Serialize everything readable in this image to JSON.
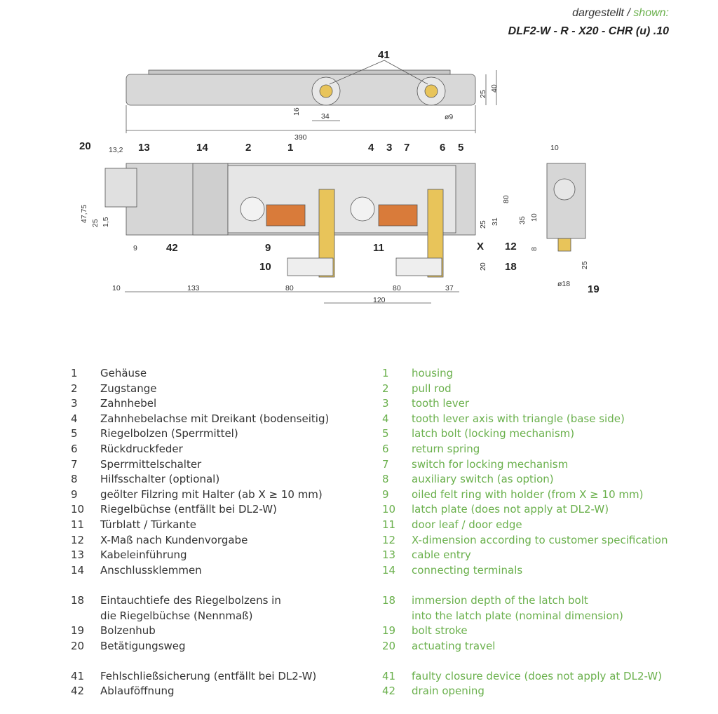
{
  "header": {
    "shown_de": "dargestellt / ",
    "shown_en": "shown:",
    "model": "DLF2-W - R - X20 - CHR (u) .10"
  },
  "drawing": {
    "top": {
      "l41": "41",
      "d16": "16",
      "d34": "34",
      "d25": "25",
      "d40": "40",
      "d9": "ø9",
      "d390": "390"
    },
    "front": {
      "l20": "20",
      "d132": "13,2",
      "l13": "13",
      "l14": "14",
      "l2": "2",
      "l1": "1",
      "l4": "4",
      "l3": "3",
      "l7": "7",
      "l6": "6",
      "l5": "5",
      "d4775": "47,75",
      "d25": "25",
      "d15": "1,5",
      "d9": "9",
      "l42": "42",
      "l9": "9",
      "l11": "11",
      "l10": "10",
      "lX": "X",
      "l12": "12",
      "l18": "18",
      "d20": "20",
      "d25r": "25",
      "d31": "31",
      "d80": "80",
      "b10": "10",
      "b133": "133",
      "b80a": "80",
      "b80b": "80",
      "b37": "37",
      "b120": "120"
    },
    "side": {
      "d10": "10",
      "d35": "35",
      "d10b": "10",
      "d8": "8",
      "d25": "25",
      "d18": "ø18",
      "l19": "19"
    }
  },
  "legend": [
    {
      "group": [
        {
          "n": "1",
          "de": "Gehäuse",
          "en": "housing"
        },
        {
          "n": "2",
          "de": "Zugstange",
          "en": "pull rod"
        },
        {
          "n": "3",
          "de": "Zahnhebel",
          "en": "tooth lever"
        },
        {
          "n": "4",
          "de": "Zahnhebelachse mit Dreikant (bodenseitig)",
          "en": "tooth lever axis with triangle (base side)"
        },
        {
          "n": "5",
          "de": "Riegelbolzen (Sperrmittel)",
          "en": "latch bolt (locking mechanism)"
        },
        {
          "n": "6",
          "de": "Rückdruckfeder",
          "en": "return spring"
        },
        {
          "n": "7",
          "de": "Sperrmittelschalter",
          "en": "switch for locking mechanism"
        },
        {
          "n": "8",
          "de": "Hilfsschalter (optional)",
          "en": "auxiliary switch (as option)"
        },
        {
          "n": "9",
          "de": "geölter Filzring mit Halter (ab X ≥ 10 mm)",
          "en": "oiled felt ring with holder (from X ≥ 10 mm)"
        },
        {
          "n": "10",
          "de": "Riegelbüchse (entfällt bei DL2-W)",
          "en": "latch plate (does not apply at DL2-W)"
        },
        {
          "n": "11",
          "de": "Türblatt / Türkante",
          "en": "door leaf / door edge"
        },
        {
          "n": "12",
          "de": "X-Maß nach Kundenvorgabe",
          "en": "X-dimension according to customer specification"
        },
        {
          "n": "13",
          "de": "Kabeleinführung",
          "en": "cable entry"
        },
        {
          "n": "14",
          "de": "Anschlussklemmen",
          "en": "connecting terminals"
        }
      ]
    },
    {
      "group": [
        {
          "n": "18",
          "de": "Eintauchtiefe des Riegelbolzens in",
          "de2": "die Riegelbüchse (Nennmaß)",
          "en": "immersion depth of the latch bolt",
          "en2": "into the latch plate (nominal dimension)"
        },
        {
          "n": "19",
          "de": "Bolzenhub",
          "en": "bolt stroke"
        },
        {
          "n": "20",
          "de": "Betätigungsweg",
          "en": "actuating travel"
        }
      ]
    },
    {
      "group": [
        {
          "n": "41",
          "de": "Fehlschließsicherung (entfällt bei DL2-W)",
          "en": "faulty closure device (does not apply at DL2-W)"
        },
        {
          "n": "42",
          "de": "Ablauföffnung",
          "en": "drain opening"
        }
      ]
    }
  ]
}
